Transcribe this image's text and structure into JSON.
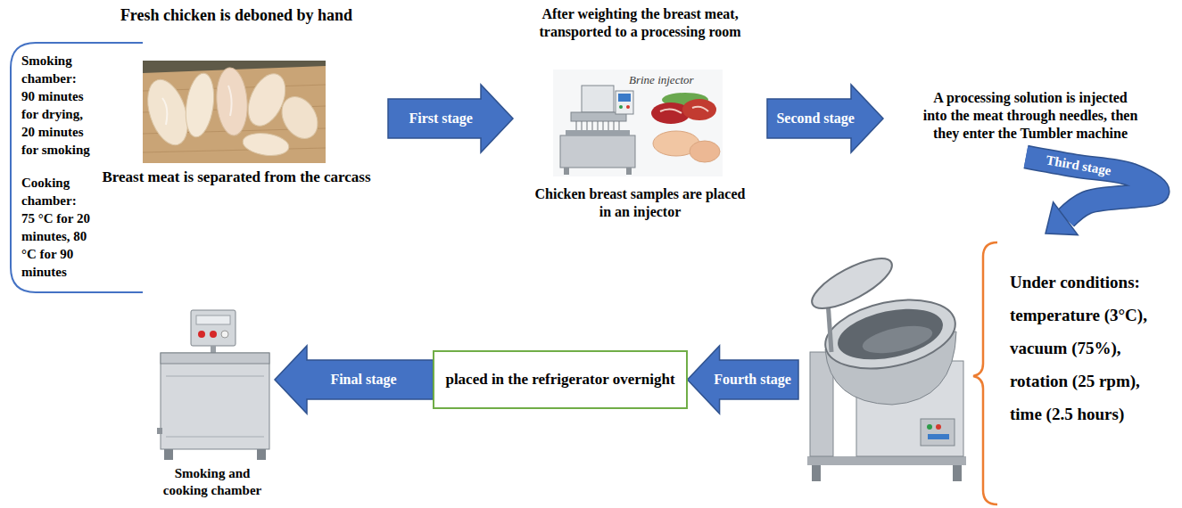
{
  "diagram": {
    "nodes": [
      {
        "text": [
          "Fresh chicken is deboned by hand",
          "Breast meat is separated from the carcass"
        ]
      },
      {
        "text": [
          "After weighting the breast meat, transported to a processing room",
          "Chicken breast samples are placed in an injector"
        ]
      },
      {
        "text": [
          "A processing solution is injected into the meat through needles, then they enter the Tumbler machine"
        ]
      },
      {
        "text": [
          "Under conditions: temperature (3°C), vacuum (75%), rotation (25 rpm), time (2.5 hours)"
        ]
      },
      {
        "text": [
          "placed in the refrigerator overnight"
        ]
      },
      {
        "text": [
          "Smoking chamber: 90 minutes for drying, 20 minutes for smoking",
          "Cooking chamber: 75 °C for 20 minutes, 80 °C for 90 minutes",
          "Smoking and cooking chamber"
        ]
      }
    ],
    "edges": [
      {
        "from": 0,
        "to": 1,
        "arrow": "to",
        "label": "First stage"
      },
      {
        "from": 1,
        "to": 2,
        "arrow": "to",
        "label": "Second stage"
      },
      {
        "from": 2,
        "to": 3,
        "arrow": "to",
        "label": "Third stage"
      },
      {
        "from": 3,
        "to": 4,
        "arrow": "to",
        "label": "Fourth stage"
      },
      {
        "from": 4,
        "to": 5,
        "arrow": "to",
        "label": "Final stage"
      }
    ],
    "labels": [
      "Brine injector"
    ]
  }
}
